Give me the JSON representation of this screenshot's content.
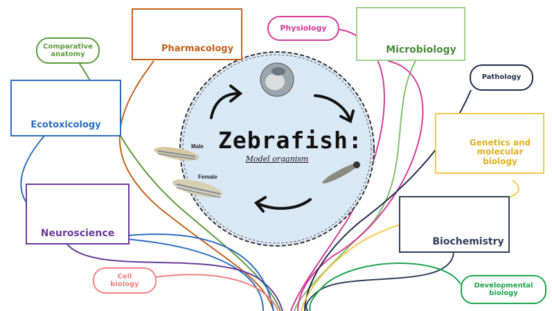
{
  "center": {
    "title": "Zebrafish:",
    "subtitle": "Model organism",
    "male_label": "Male",
    "female_label": "Female"
  },
  "topics": {
    "pharmacology": "Pharmacology",
    "physiology": "Physiology",
    "microbiology": "Microbiology",
    "comparative_anatomy": "Comparative anatomy",
    "ecotoxicology": "Ecotoxicology",
    "pathology": "Pathology",
    "genetics": "Genetics and molecular biology",
    "neuroscience": "Neuroscience",
    "biochemistry": "Biochemistry",
    "cell_biology": "Cell biology",
    "developmental": "Developmental biology"
  },
  "colors": {
    "pharmacology": "#c0601a",
    "physiology": "#d43a97",
    "microbiology": "#7fc06a",
    "comparative_anatomy": "#5a9a3a",
    "ecotoxicology": "#2a6fbf",
    "pathology": "#1f2d4a",
    "genetics": "#f2c94c",
    "neuroscience": "#6a3a9a",
    "biochemistry": "#2f3e5a",
    "cell_biology": "#f08080",
    "developmental": "#1aa34a",
    "circle_fill": "#d9e8f5"
  }
}
